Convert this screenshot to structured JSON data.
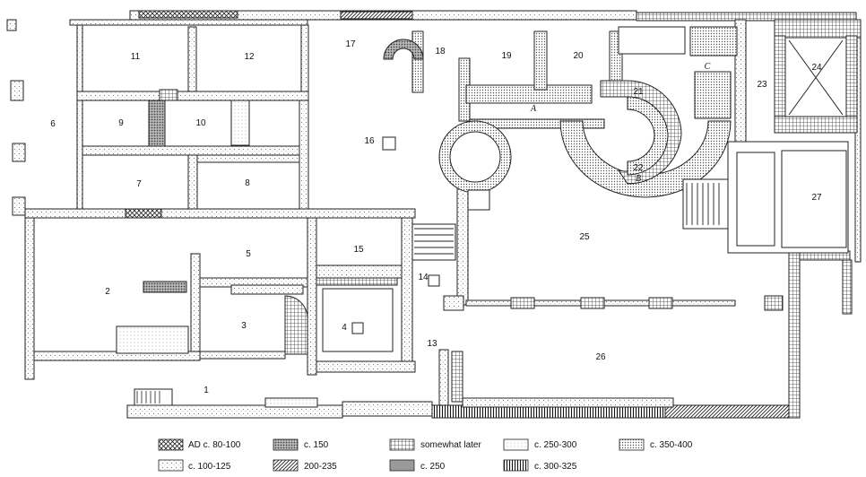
{
  "rooms": {
    "r1": "1",
    "r2": "2",
    "r3": "3",
    "r4": "4",
    "r5": "5",
    "r6": "6",
    "r7": "7",
    "r8": "8",
    "r9": "9",
    "r10": "10",
    "r11": "11",
    "r12": "12",
    "r13": "13",
    "r14": "14",
    "r15": "15",
    "r16": "16",
    "r17": "17",
    "r18": "18",
    "r19": "19",
    "r20": "20",
    "r21": "21",
    "r22": "22",
    "r23": "23",
    "r24": "24",
    "r25": "25",
    "r26": "26",
    "r27": "27"
  },
  "letters": {
    "a": "A",
    "b": "B",
    "c": "C"
  },
  "legend": {
    "items": [
      {
        "label": "AD c. 80-100",
        "pattern": "crosshatch"
      },
      {
        "label": "c. 150",
        "pattern": "dense-dots"
      },
      {
        "label": "somewhat later",
        "pattern": "grid"
      },
      {
        "label": "c. 250-300",
        "pattern": "light-dots"
      },
      {
        "label": "c. 350-400",
        "pattern": "medium-dots"
      },
      {
        "label": "c. 100-125",
        "pattern": "sparse-dots"
      },
      {
        "label": "200-235",
        "pattern": "diagonal"
      },
      {
        "label": "c. 250",
        "pattern": "gray"
      },
      {
        "label": "c. 300-325",
        "pattern": "vertical"
      }
    ]
  }
}
